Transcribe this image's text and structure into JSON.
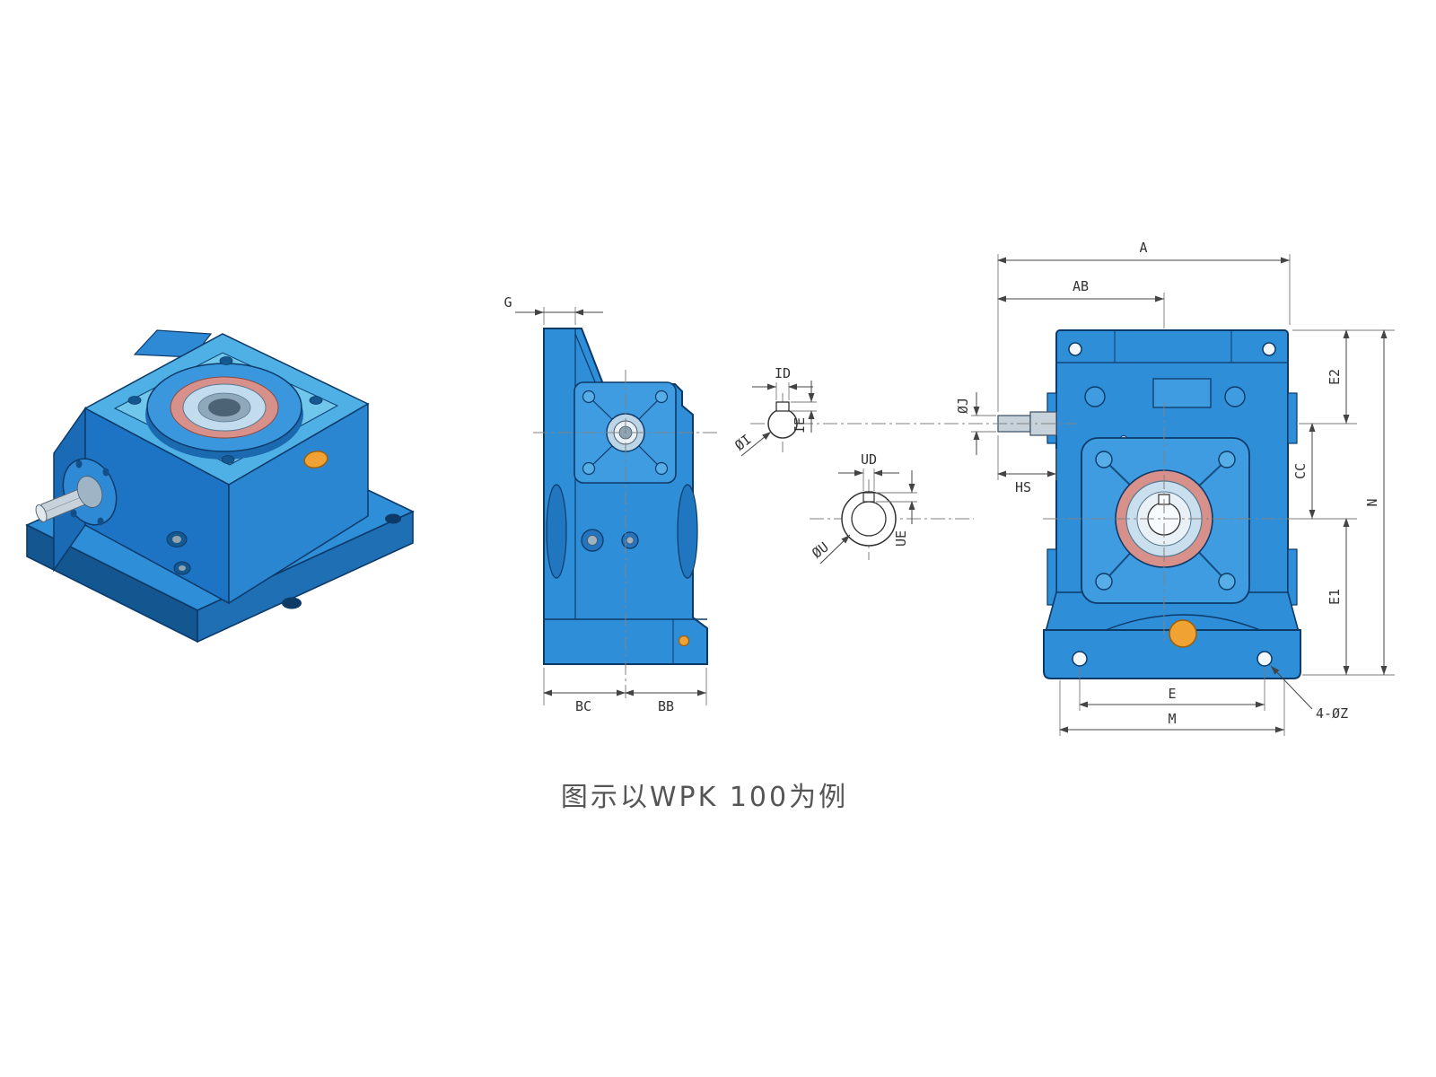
{
  "caption": "图示以WPK 100为例",
  "colors": {
    "body_blue": "#2E8ED8",
    "flange_blue": "#3F9CE0",
    "deck_blue": "#4FB0E6",
    "dark_blue": "#14568F",
    "outline_navy": "#0C3A68",
    "bearing_salmon": "#D8908A",
    "plug_orange": "#F0A233",
    "shaft_gray": "#C7D2DA"
  },
  "views": {
    "side": {
      "dims": {
        "g": "G",
        "bc": "BC",
        "bb": "BB"
      }
    },
    "details": {
      "input_section": {
        "key_width": "ID",
        "key_depth": "IE",
        "diameter": "ØI"
      },
      "output_section": {
        "key_width": "UD",
        "diameter": "ØU",
        "key_depth": "UE"
      },
      "input_shaft": {
        "diameter": "ØJ",
        "length": "HS"
      }
    },
    "front": {
      "dims": {
        "a": "A",
        "ab": "AB",
        "e2": "E2",
        "cc": "CC",
        "n": "N",
        "e1": "E1",
        "e": "E",
        "m": "M",
        "holes": "4-ØZ"
      }
    }
  }
}
